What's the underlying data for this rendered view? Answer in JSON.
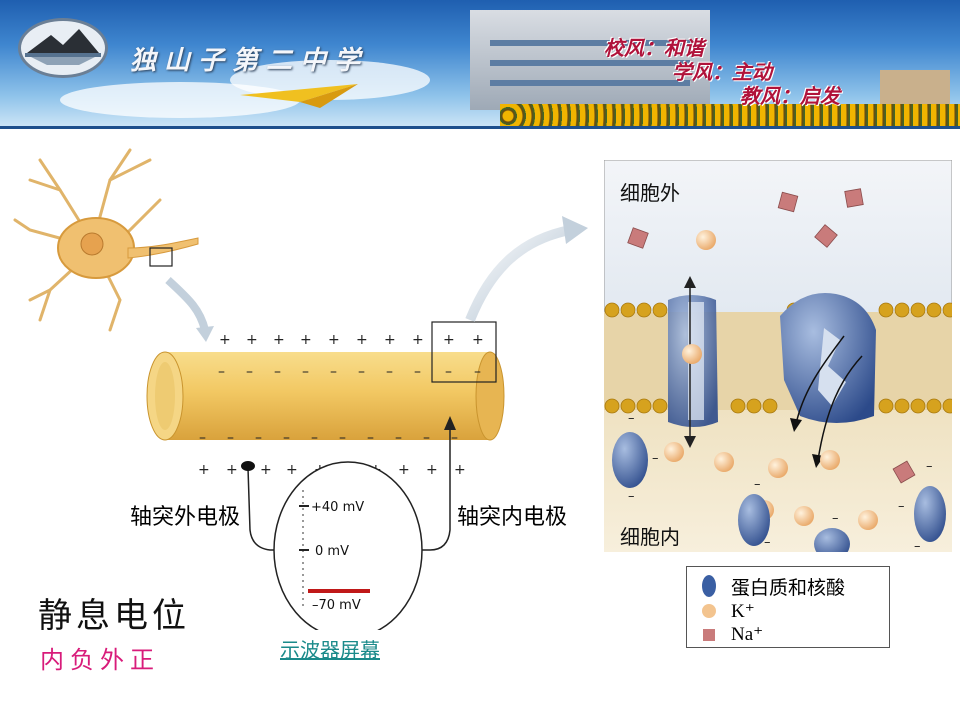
{
  "banner": {
    "school_name": "独山子第二中学",
    "motto_1": "校风：和谐",
    "motto_2": "学风：主动",
    "motto_3": "教风：启发"
  },
  "axon": {
    "outer_electrode_label": "轴突外电极",
    "inner_electrode_label": "轴突内电极",
    "outer_charge": "+",
    "inner_charge": "–"
  },
  "oscilloscope": {
    "scale_top": "+40 mV",
    "scale_mid": "0 mV",
    "scale_bottom": "–70 mV",
    "caption": "示波器屏幕"
  },
  "membrane": {
    "outside_label": "细胞外",
    "inside_label": "细胞内"
  },
  "legend": {
    "protein": "蛋白质和核酸",
    "k_ion": "K⁺",
    "na_ion": "Na⁺"
  },
  "slide": {
    "title": "静息电位",
    "subtitle": "内负外正"
  },
  "colors": {
    "axon_yellow": "#f2c863",
    "title_pink": "#d81b7a",
    "link_teal": "#1a8a8a",
    "protein_blue": "#3a5fa3",
    "k_ion": "#f3c48f",
    "na_ion": "#c97b7b"
  }
}
